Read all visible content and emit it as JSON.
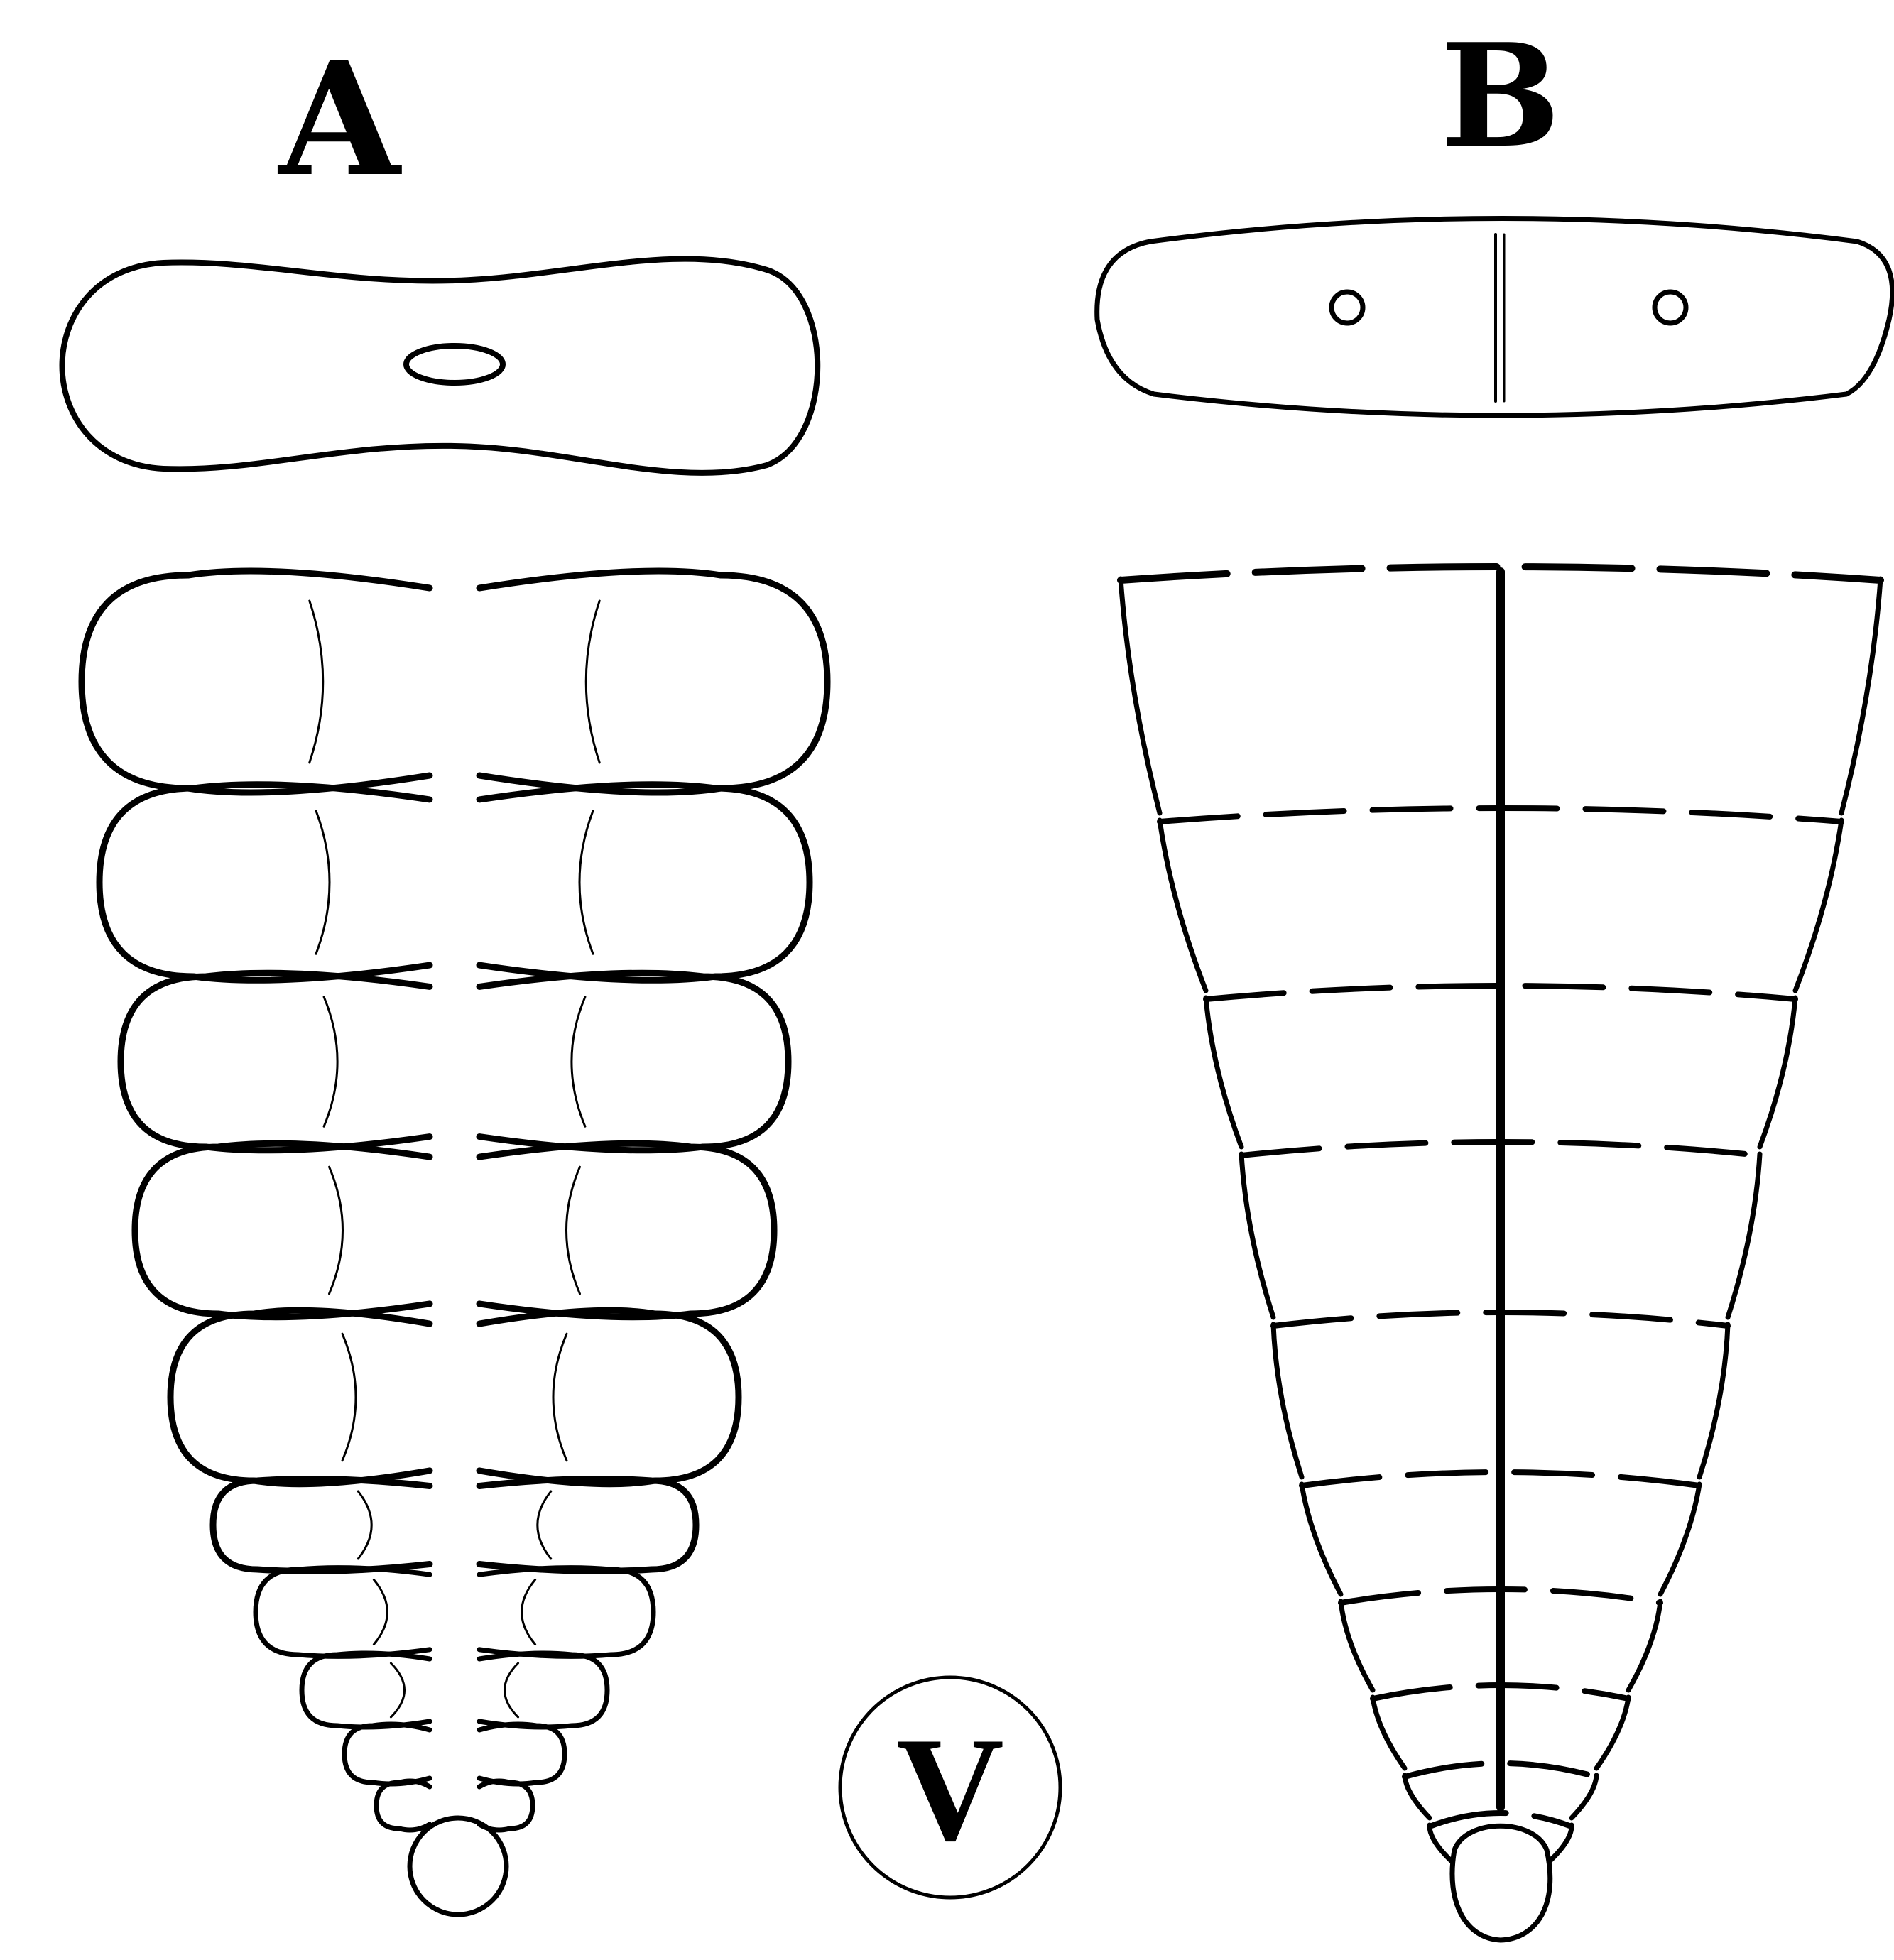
{
  "figure": {
    "panel_a": {
      "label": "A",
      "segment_count": 10,
      "pore": "oval"
    },
    "panel_b": {
      "label": "B",
      "segment_count": 10,
      "pores": "paired-round"
    },
    "plate_badge": "V"
  }
}
